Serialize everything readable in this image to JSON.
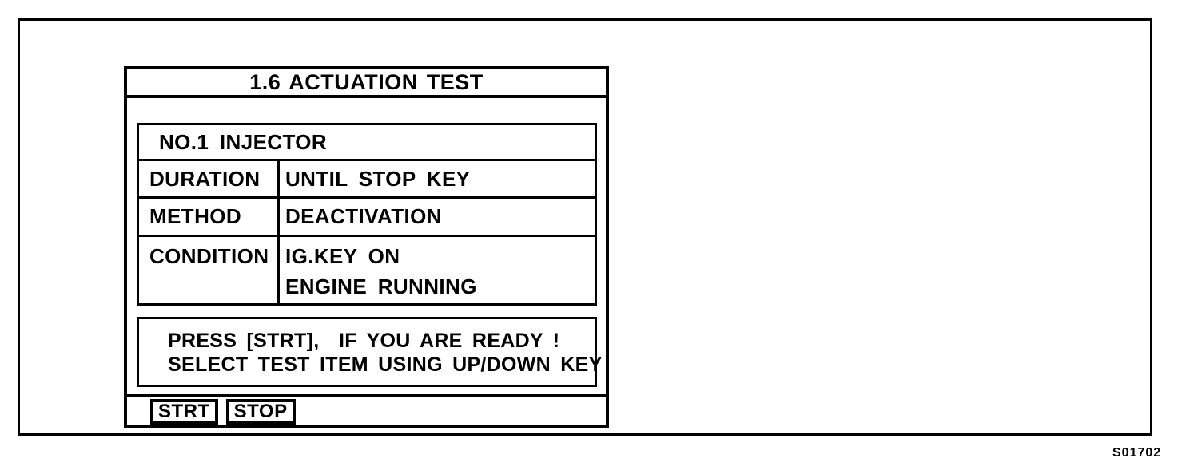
{
  "page": {
    "figure_code": "S01702"
  },
  "screen": {
    "title": "1.6 ACTUATION TEST",
    "test_item": "NO.1 INJECTOR",
    "parameters": [
      {
        "label": "DURATION",
        "value": "UNTIL STOP KEY"
      },
      {
        "label": "METHOD",
        "value": "DEACTIVATION"
      },
      {
        "label": "CONDITION",
        "value_lines": [
          "IG.KEY ON",
          "ENGINE RUNNING"
        ]
      }
    ],
    "message_lines": [
      "PRESS [STRT],  IF YOU ARE READY !",
      "SELECT TEST ITEM USING UP/DOWN KEY"
    ],
    "softkeys": [
      {
        "label": "STRT"
      },
      {
        "label": "STOP"
      }
    ]
  },
  "colors": {
    "ink": "#000000",
    "paper": "#ffffff"
  }
}
